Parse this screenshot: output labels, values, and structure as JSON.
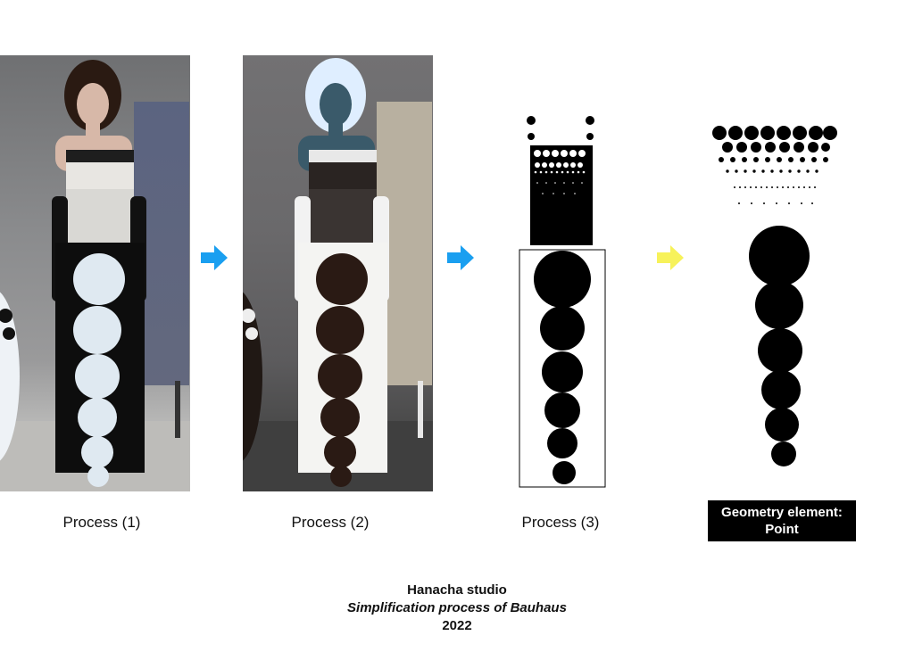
{
  "panels": [
    {
      "caption": "Process (1)"
    },
    {
      "caption": "Process (2)"
    },
    {
      "caption": "Process (3)"
    }
  ],
  "geometry_label": {
    "line1": "Geometry element:",
    "line2": "Point"
  },
  "credits": {
    "studio": "Hanacha studio",
    "subtitle": "Simplification process of Bauhaus",
    "year": "2022"
  },
  "colors": {
    "arrow_blue": "#1a9ff0",
    "arrow_yellow": "#f7f25a",
    "black": "#000000"
  },
  "icons": [
    "arrow-right-icon-blue",
    "arrow-right-icon-blue",
    "arrow-right-icon-yellow"
  ]
}
